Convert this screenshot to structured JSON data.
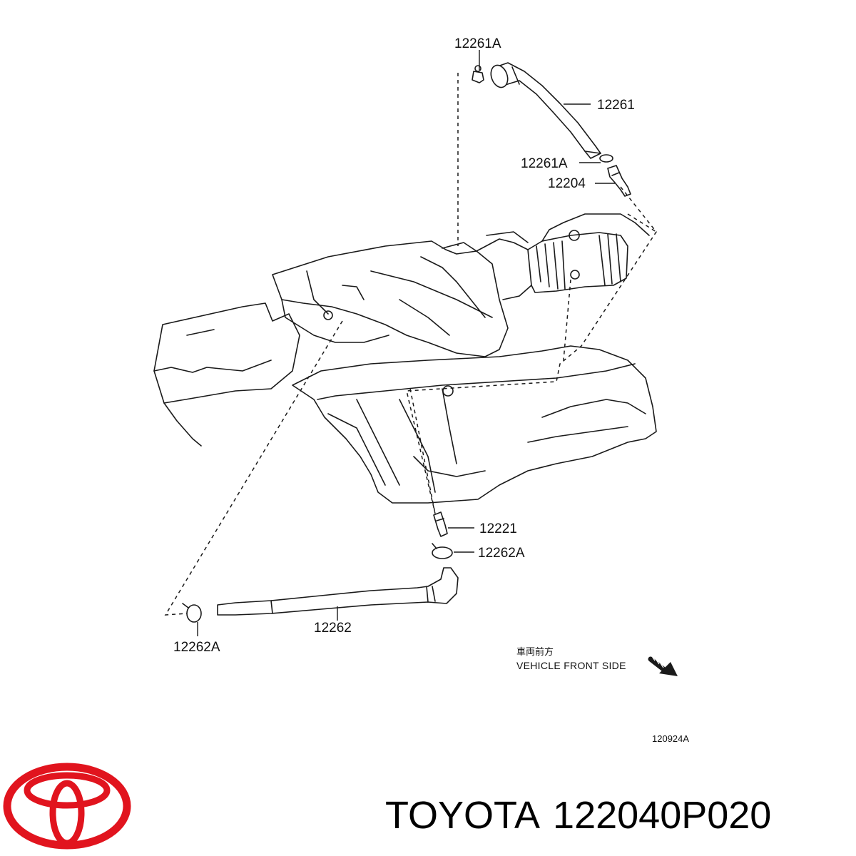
{
  "diagram": {
    "callouts": {
      "clamp_top": "12261A",
      "hose_upper": "12261",
      "clamp_mid": "12261A",
      "pcv_valve": "12204",
      "fitting": "12221",
      "clamp_lower_right": "12262A",
      "hose_lower": "12262",
      "clamp_lower_left": "12262A"
    },
    "direction_note": {
      "japanese": "車両前方",
      "english": "VEHICLE FRONT SIDE"
    },
    "drawing_code": "120924A"
  },
  "footer": {
    "brand": "TOYOTA",
    "part_number": "122040P020",
    "logo_color": "#e1141e"
  }
}
